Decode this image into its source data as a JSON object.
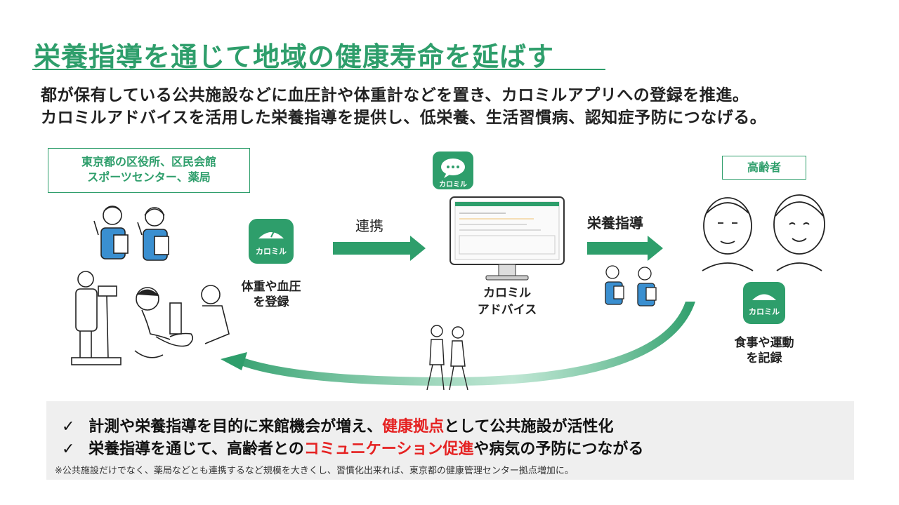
{
  "title": "栄養指導を通じて地域の健康寿命を延ばす",
  "subtitle_lines": [
    "都が保有している公共施設などに血圧計や体重計などを置き、カロミルアプリへの登録を推進。",
    "カロミルアドバイスを活用した栄養指導を提供し、低栄養、生活習慣病、認知症予防につなげる。"
  ],
  "facility_box": {
    "line1": "東京都の区役所、区民会館",
    "line2": "スポーツセンター、薬局"
  },
  "elder_box": "高齢者",
  "app_name": "カロミル",
  "step_register": {
    "line1": "体重や血圧",
    "line2": "を登録"
  },
  "link_label": "連携",
  "advice_label": {
    "line1": "カロミル",
    "line2": "アドバイス"
  },
  "guidance_label": "栄養指導",
  "record_label": {
    "line1": "食事や運動",
    "line2": "を記録"
  },
  "bullets": [
    {
      "check": "✓",
      "before": "計測や栄養指導を目的に来館機会が増え、",
      "highlight": "健康拠点",
      "after": "として公共施設が活性化"
    },
    {
      "check": "✓",
      "before": "栄養指導を通じて、高齢者との",
      "highlight": "コミュニケーション促進",
      "after": "や病気の予防につながる"
    }
  ],
  "note": "※公共施設だけでなく、薬局などとも連携するなど規模を大きくし、習慣化出来れば、東京都の健康管理センター拠点増加に。",
  "colors": {
    "brand_green": "#2e9e6b",
    "highlight_red": "#e52222",
    "panel_gray": "#efefef"
  }
}
